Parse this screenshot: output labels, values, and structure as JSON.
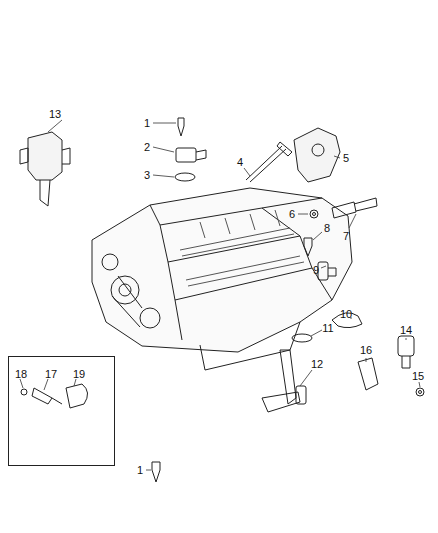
{
  "diagram": {
    "nodes": [
      {
        "text": [
          "18",
          "17",
          "19"
        ]
      }
    ],
    "labels": [
      "13",
      "1",
      "2",
      "3",
      "4",
      "5",
      "6",
      "7",
      "8",
      "9",
      "10",
      "11",
      "14",
      "15",
      "16",
      "12",
      "1"
    ]
  }
}
